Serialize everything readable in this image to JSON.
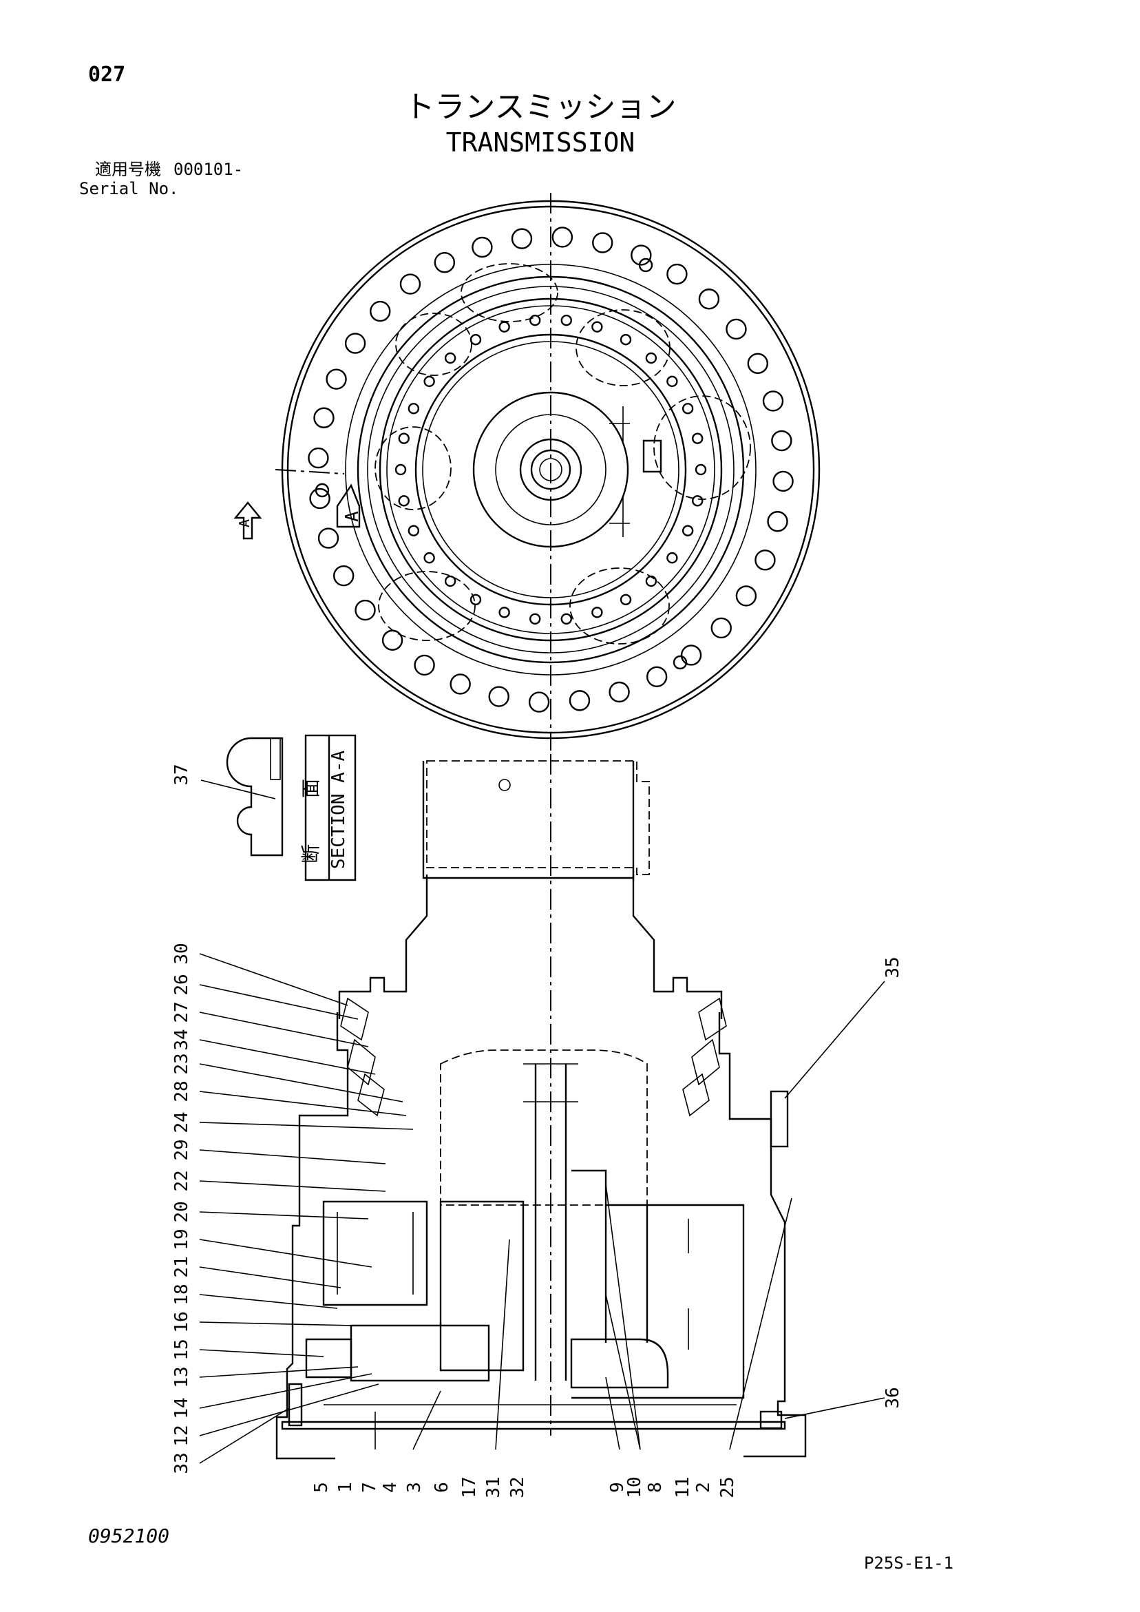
{
  "header": {
    "page_number": "027",
    "title_jp": "トランスミッション",
    "title_en": "TRANSMISSION",
    "serial_label_jp": "適用号機",
    "serial_value": "000101-",
    "serial_label_en": "Serial No."
  },
  "section": {
    "view_marker": "A",
    "jp_1": "断",
    "jp_2": "面",
    "label": "SECTION A-A"
  },
  "callouts_left": [
    "30",
    "26",
    "27",
    "34",
    "23",
    "28",
    "24",
    "29",
    "22",
    "20",
    "19",
    "21",
    "18",
    "16",
    "15",
    "13",
    "14",
    "12",
    "33"
  ],
  "callouts_bottom": [
    "5",
    "1",
    "7",
    "4",
    "3",
    "6",
    "17",
    "31",
    "32",
    "9",
    "10",
    "8",
    "11",
    "2",
    "25"
  ],
  "callouts_right": [
    "35",
    "36"
  ],
  "callout_detail": "37",
  "footer": {
    "drawing_number": "0952100",
    "page_code": "P25S-E1-1"
  }
}
